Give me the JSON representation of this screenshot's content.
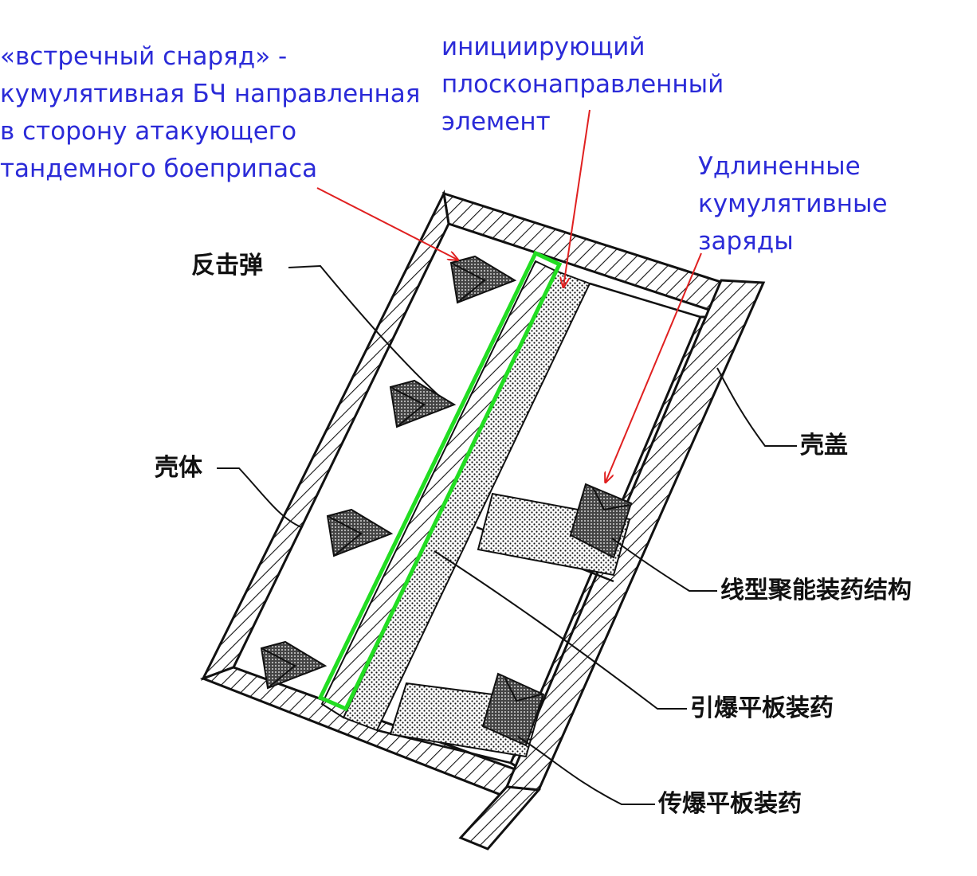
{
  "annotations_ru": {
    "counter_projectile": [
      "«встречный снаряд» -",
      "кумулятивная БЧ направленная",
      "в сторону атакующего",
      "тандемного боеприпаса"
    ],
    "initiating_element": [
      "инициирующий",
      "плосконаправленный",
      "элемент"
    ],
    "elongated_charges": [
      "Удлиненные",
      "кумулятивные",
      "заряды"
    ]
  },
  "labels_cn": {
    "counter_projectile": "反击弹",
    "shell_body": "壳体",
    "shell_cover": "壳盖",
    "linear_shaped_charge": "线型聚能装药结构",
    "detonating_plate_charge": "引爆平板装药",
    "transfer_plate_charge": "传爆平板装药"
  },
  "colors": {
    "annotation_text": "#2b2bd8",
    "arrow": "#e02020",
    "highlight": "#22dd22",
    "drawing": "#111111"
  }
}
